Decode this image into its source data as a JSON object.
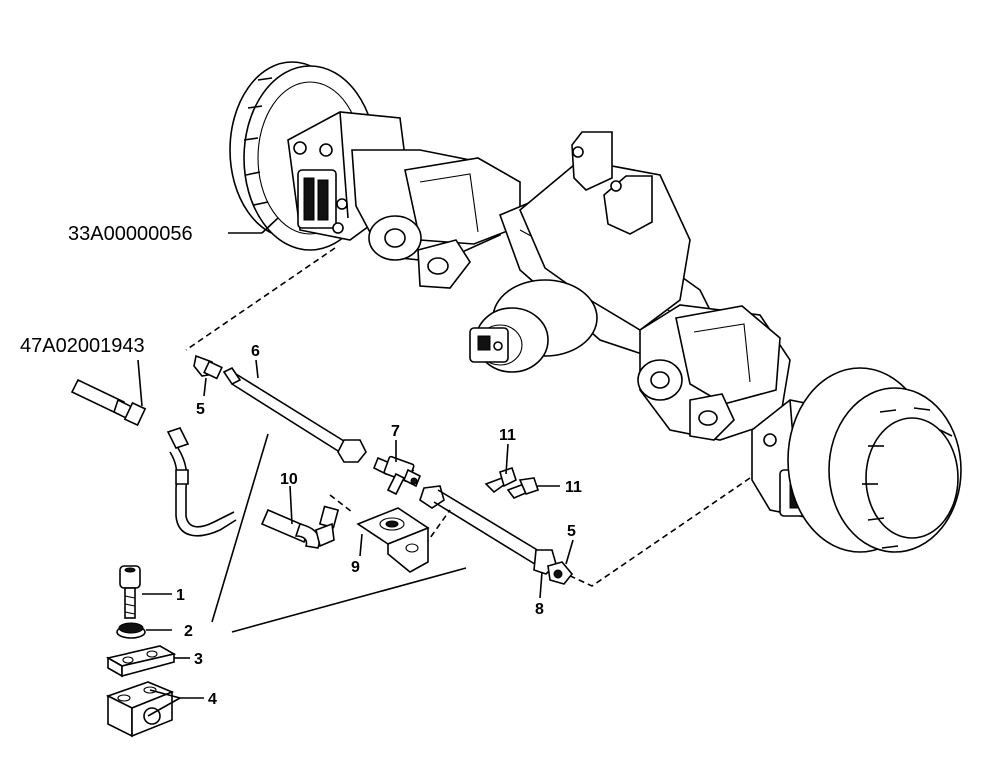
{
  "references": {
    "axle_assembly": "33A00000056",
    "hose_assembly": "47A02001943"
  },
  "callouts": {
    "c1": "1",
    "c2": "2",
    "c3": "3",
    "c4": "4",
    "c5a": "5",
    "c5b": "5",
    "c6": "6",
    "c7": "7",
    "c8": "8",
    "c9": "9",
    "c10": "10",
    "c11a": "11",
    "c11b": "11"
  }
}
